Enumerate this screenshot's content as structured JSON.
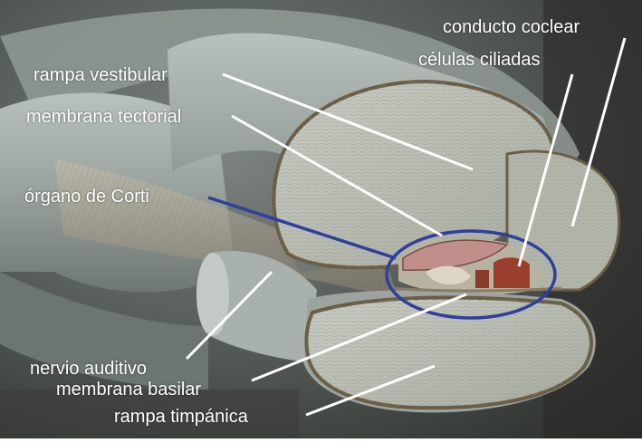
{
  "labels": {
    "conducto_coclear": "conducto coclear",
    "celulas_ciliadas": "células ciliadas",
    "rampa_vestibular": "rampa vestibular",
    "membrana_tectorial": "membrana tectorial",
    "organo_de_corti": "órgano de Corti",
    "nervio_auditivo": "nervio auditivo",
    "membrana_basilar": "membrana basilar",
    "rampa_timpanica": "rampa timpánica"
  },
  "colors": {
    "highlight": "#2f3f9e",
    "label_text": "#ffffff",
    "leader_lines": "#ffffff"
  }
}
